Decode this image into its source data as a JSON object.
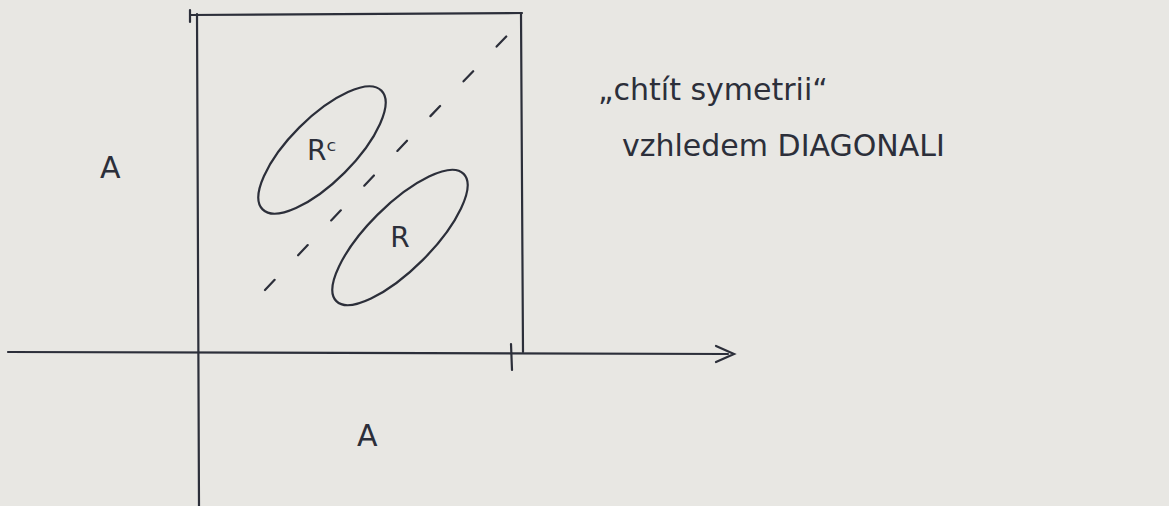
{
  "diagram": {
    "nodes": [
      {
        "text": [
          "Rᶜ"
        ]
      },
      {
        "text": [
          "R"
        ]
      }
    ],
    "labels": [
      "A",
      "A",
      "„chtít symetrii“",
      "vzhledem DIAGONALI"
    ]
  }
}
